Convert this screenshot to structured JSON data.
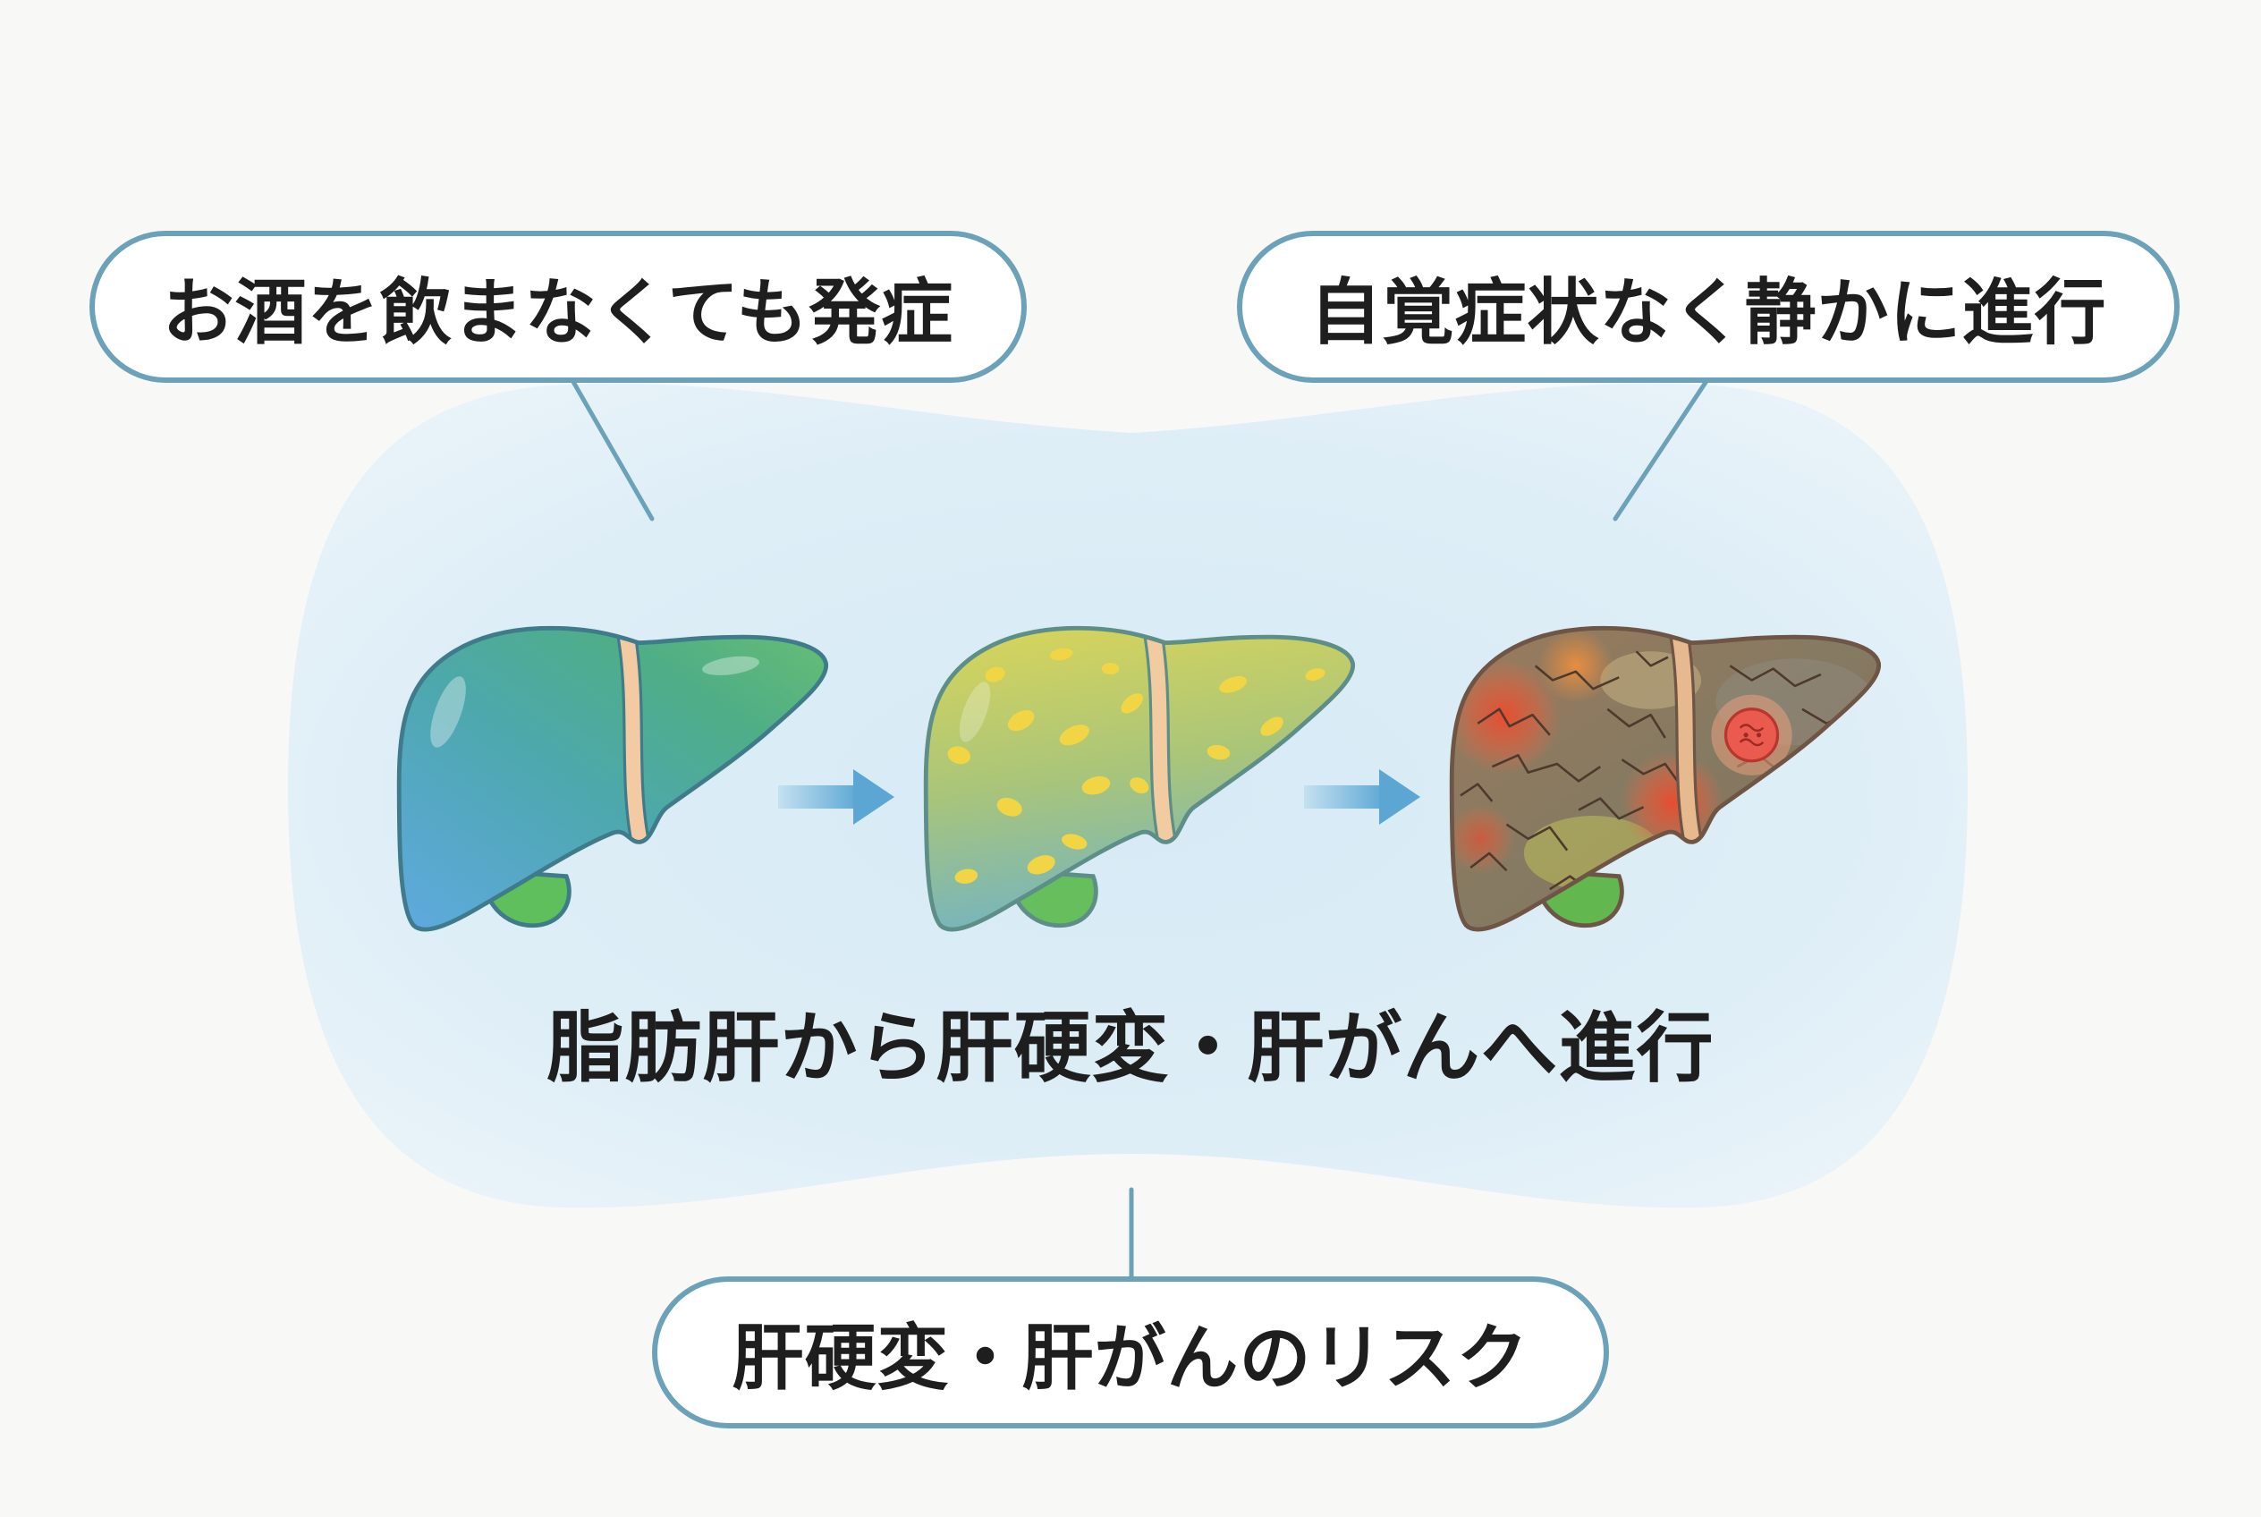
{
  "callouts": {
    "left": "お酒を飲まなくても発症",
    "right": "自覚症状なく静かに進行",
    "bottom": "肝硬変・肝がんのリスク"
  },
  "caption": "脂肪肝から肝硬変・肝がんへ進行",
  "stages": [
    {
      "icon": "healthy-liver-icon"
    },
    {
      "icon": "fatty-liver-icon"
    },
    {
      "icon": "cirrhotic-liver-with-tumor-icon"
    }
  ],
  "colors": {
    "background": "#f8f8f6",
    "blob": "#deeef6",
    "callout_border": "#6ba2b8",
    "connector": "#6ba2b8",
    "arrow": "#5ba6d3",
    "text": "#1e1e1e",
    "healthy_liver": "#4fa8a8",
    "fatty_liver": "#c8cf5e",
    "fatty_spots": "#f2d545",
    "cirrhotic_liver": "#8a7a5e",
    "tumor": "#ea5a4e"
  }
}
